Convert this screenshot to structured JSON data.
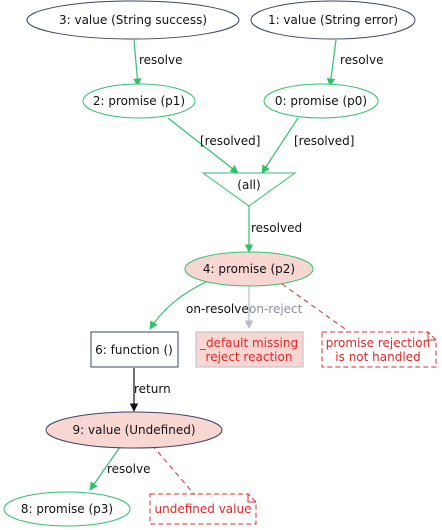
{
  "nodes": {
    "v3": {
      "label": "3: value (String success)"
    },
    "v1": {
      "label": "1: value (String error)"
    },
    "p1": {
      "label": "2: promise (p1)"
    },
    "p0": {
      "label": "0: promise (p0)"
    },
    "all": {
      "label": "(all)"
    },
    "p2": {
      "label": "4: promise (p2)"
    },
    "fn": {
      "label": "6: function ()"
    },
    "default_reaction": {
      "line1": "_default missing",
      "line2": "reject reaction"
    },
    "note_reject": {
      "line1": "promise rejection",
      "line2": "is not handled"
    },
    "v9": {
      "label": "9: value (Undefined)"
    },
    "p3": {
      "label": "8: promise (p3)"
    },
    "note_undefined": {
      "label": "undefined value"
    }
  },
  "edges": {
    "v3_p1": "resolve",
    "v1_p0": "resolve",
    "p1_all": "[resolved]",
    "p0_all": "[resolved]",
    "all_p2": "resolved",
    "p2_fn": "on-resolve",
    "p2_default": "on-reject",
    "fn_v9": "return",
    "v9_p3": "resolve"
  },
  "colors": {
    "green": "#2fc26b",
    "dark": "#3c4566",
    "pink_fill": "#f8d7d3",
    "red": "#e0282a",
    "gray": "#b7bcc4"
  }
}
